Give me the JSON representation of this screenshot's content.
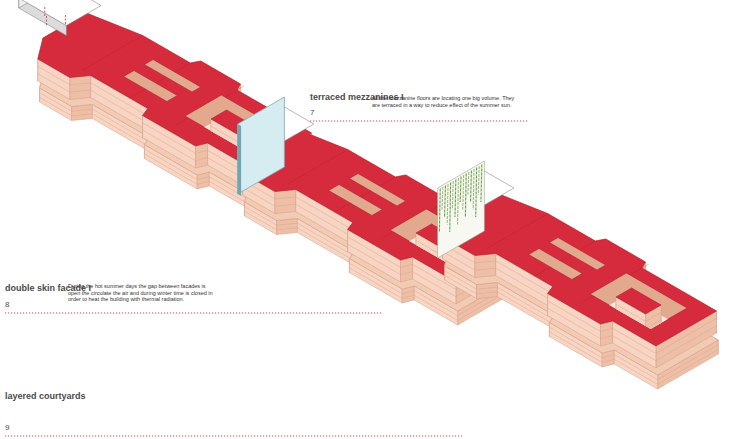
{
  "diagram": {
    "labels": [
      "terraced mezzanines I",
      "All the mezzanine floors are locating one big volume. They are terraced in a way to reduce effect of the summer sun.",
      "7",
      "double skin facade I",
      "During the hot summer days the gap between facades is open the circulate the air and during winter time is closed in order to heat the building with thermal radiation.",
      "8",
      "layered courtyards",
      "9"
    ]
  }
}
